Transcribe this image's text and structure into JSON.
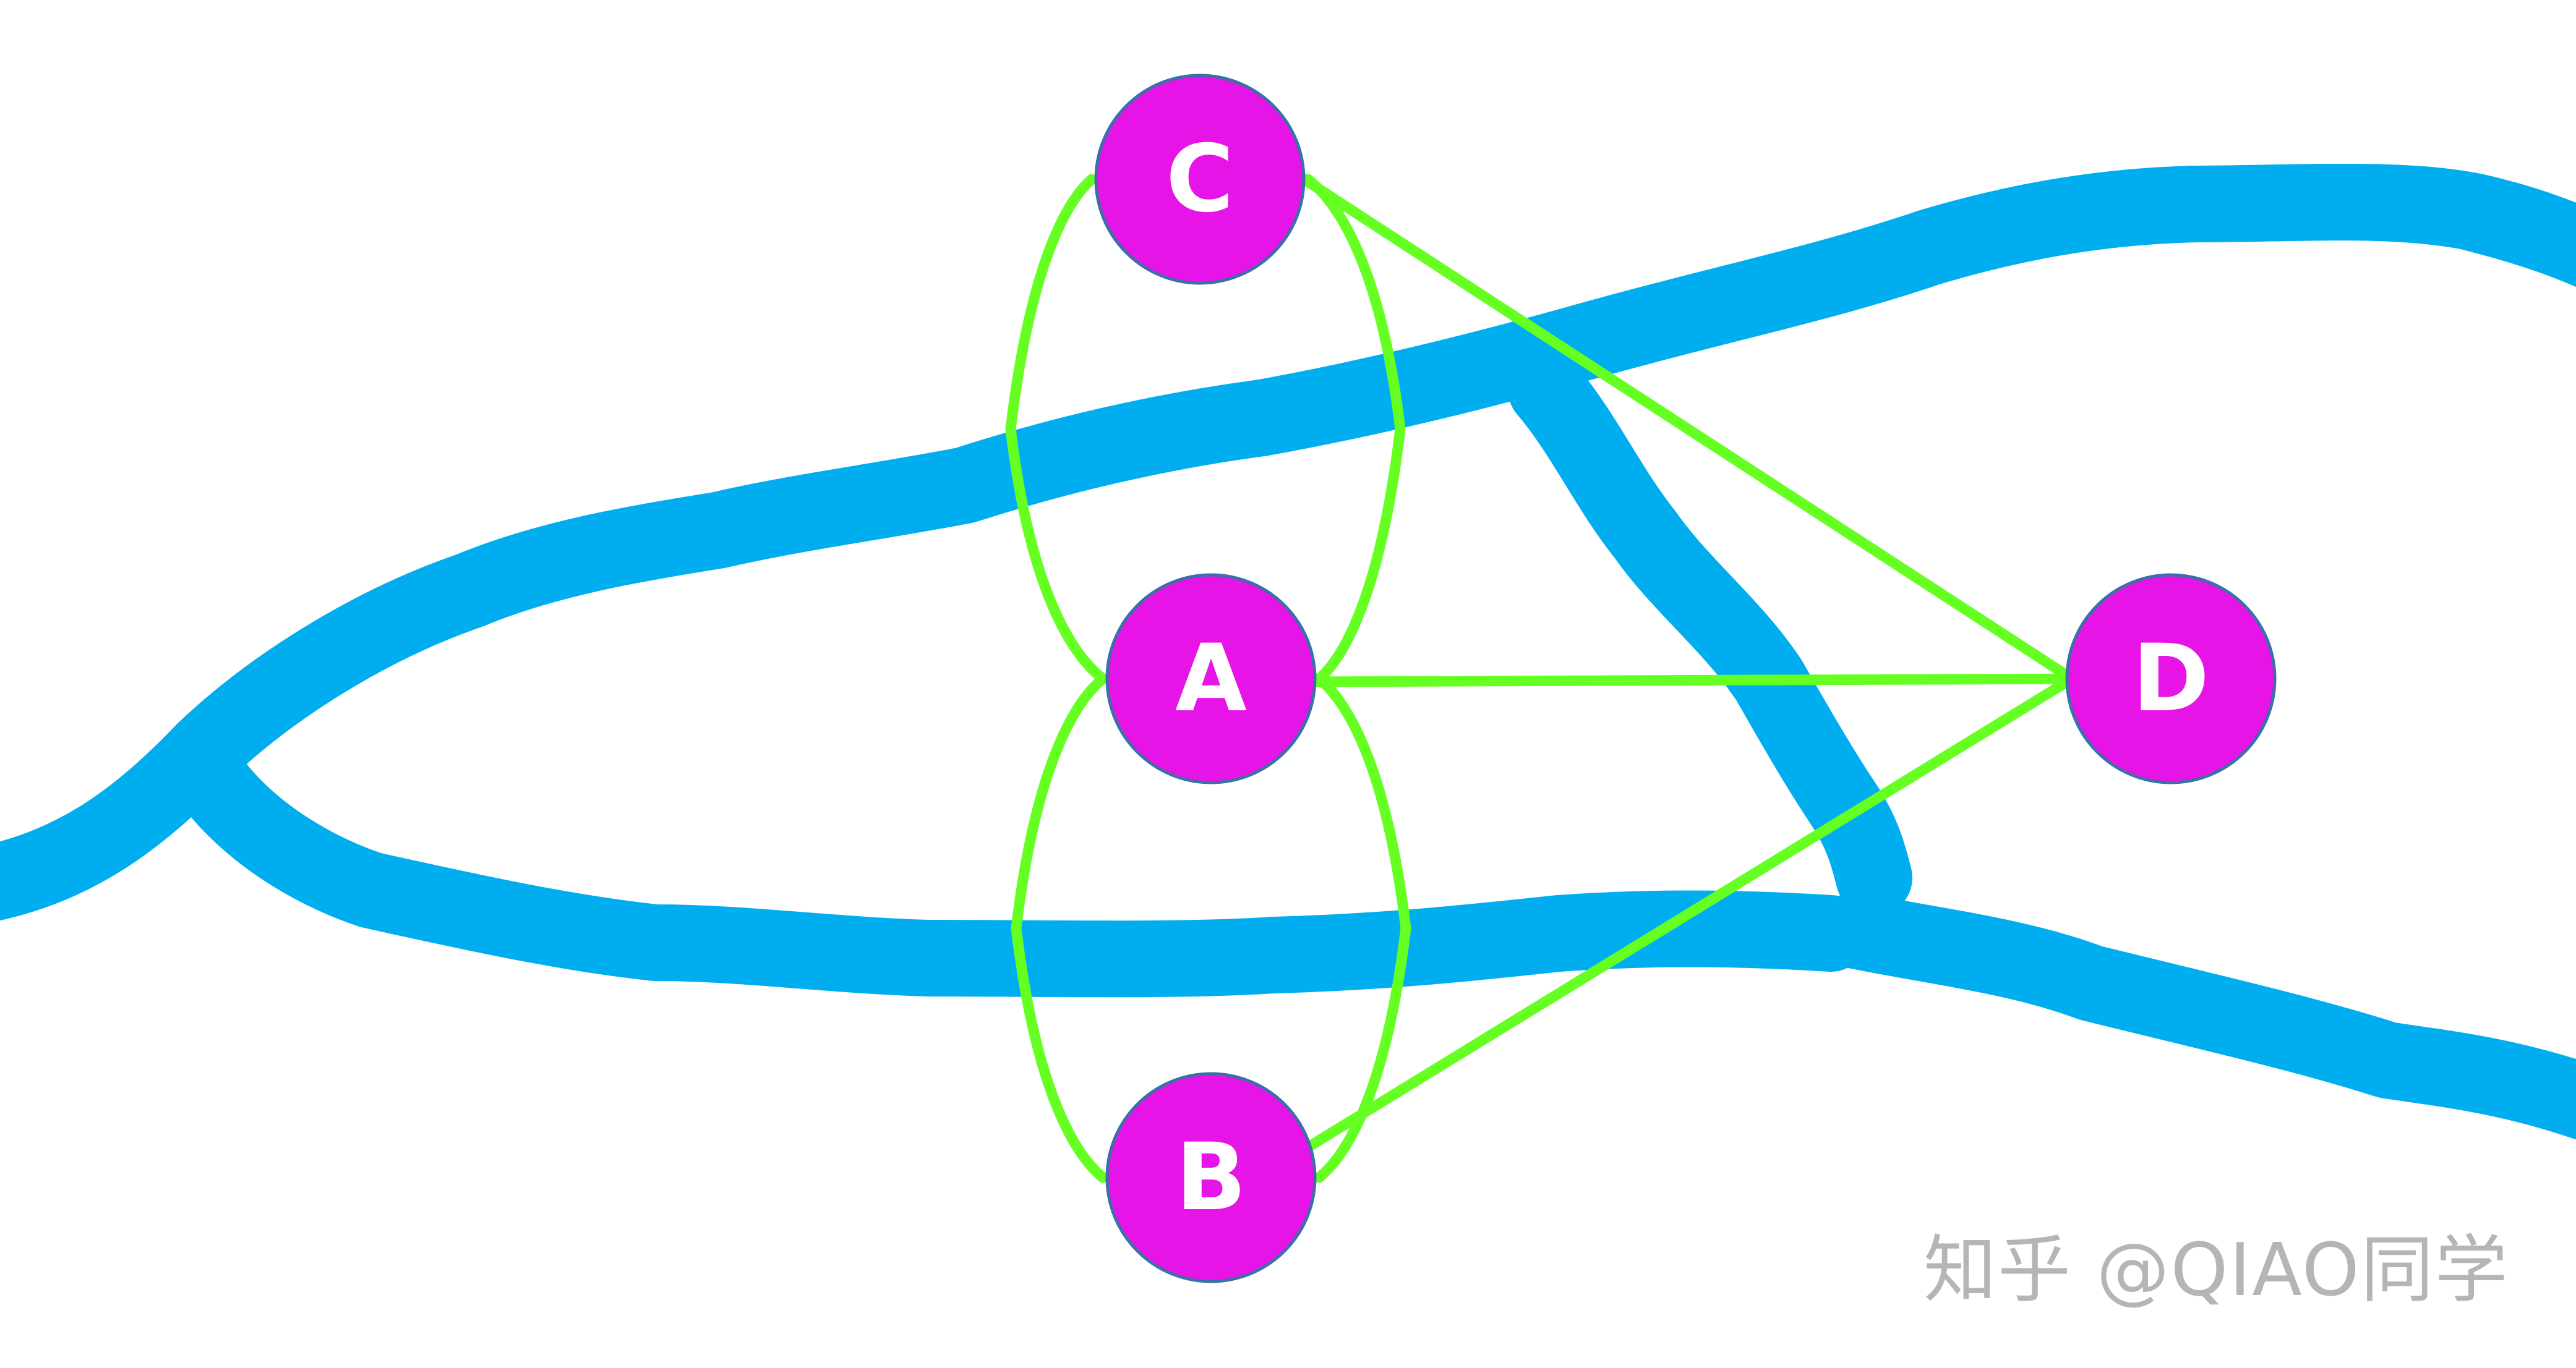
{
  "colors": {
    "background": "#ffffff",
    "river": "#00aeef",
    "edge": "#66ff22",
    "node_fill": "#e614e6",
    "node_text": "#ffffff",
    "watermark": "#b5b5b5"
  },
  "nodes": [
    {
      "id": "C",
      "label": "C"
    },
    {
      "id": "A",
      "label": "A"
    },
    {
      "id": "B",
      "label": "B"
    },
    {
      "id": "D",
      "label": "D"
    }
  ],
  "edges": [
    {
      "from": "C",
      "to": "A",
      "side": "left"
    },
    {
      "from": "C",
      "to": "A",
      "side": "right"
    },
    {
      "from": "A",
      "to": "B",
      "side": "left"
    },
    {
      "from": "A",
      "to": "B",
      "side": "right"
    },
    {
      "from": "C",
      "to": "D"
    },
    {
      "from": "A",
      "to": "D"
    },
    {
      "from": "B",
      "to": "D"
    }
  ],
  "watermark": "知乎 @QIAO同学"
}
